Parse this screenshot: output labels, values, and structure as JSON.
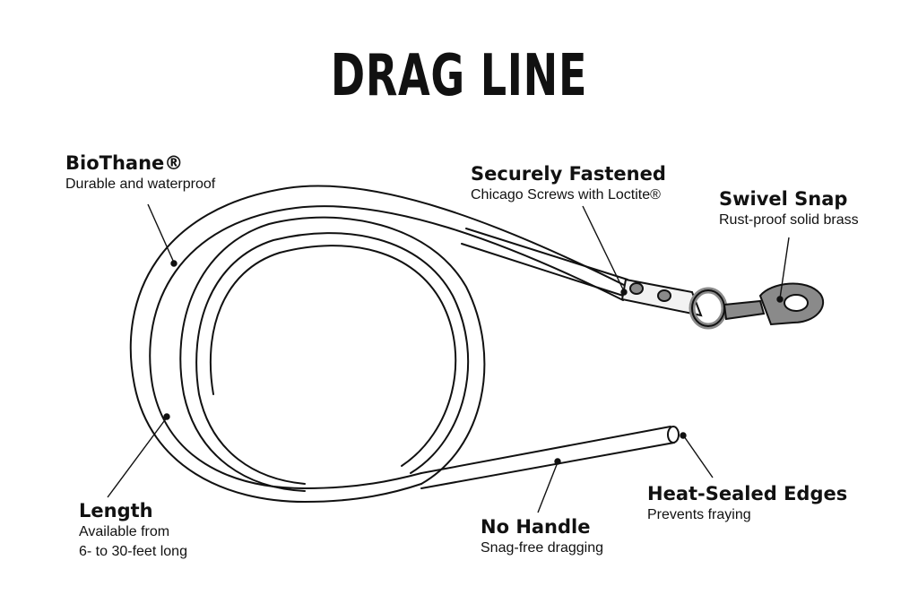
{
  "title": "DRAG LINE",
  "callouts": {
    "biothane": {
      "heading": "BioThane®",
      "desc": "Durable and waterproof"
    },
    "fastened": {
      "heading": "Securely Fastened",
      "desc": "Chicago Screws with Loctite®"
    },
    "swivel": {
      "heading": "Swivel Snap",
      "desc": "Rust-proof solid brass"
    },
    "length": {
      "heading": "Length",
      "desc": "Available from",
      "desc2": "6- to 30-feet long"
    },
    "handle": {
      "heading": "No Handle",
      "desc": "Snag-free dragging"
    },
    "edges": {
      "heading": "Heat-Sealed Edges",
      "desc": "Prevents fraying"
    }
  },
  "colors": {
    "line": "#111111",
    "hardware": "#8a8a8a",
    "background": "#ffffff"
  }
}
